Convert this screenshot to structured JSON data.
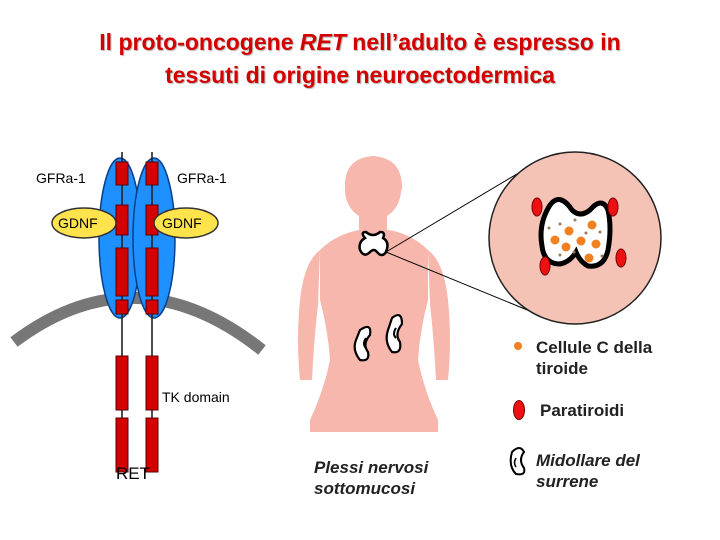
{
  "title": {
    "line1_prefix": "Il proto-oncogene ",
    "line1_italic": "RET",
    "line1_suffix": " nell’adulto è espresso in",
    "line2": "tessuti di origine neuroectodermica"
  },
  "receptor": {
    "coreceptor_left": "GFRa-1",
    "coreceptor_right": "GFRa-1",
    "ligand_left": "GDNF",
    "ligand_right": "GDNF",
    "kinase_label": "TK domain",
    "name": "RET"
  },
  "body": {
    "plexus_label_line1": "Plessi nervosi",
    "plexus_label_line2": "sottomucosi"
  },
  "legend": {
    "c_cells_line1": "Cellule C della",
    "c_cells_line2": "tiroide",
    "parathyroid": "Paratiroidi",
    "adrenal_line1": "Midollare del",
    "adrenal_line2": "surrene"
  },
  "colors": {
    "title": "#d40000",
    "receptor_blue": "#1e90ff",
    "ret_red": "#d40000",
    "ligand_yellow": "#ffe34d",
    "skin": "#f7b7ad",
    "zoom_circle": "#f4c3b5",
    "c_cell_orange": "#f08020"
  }
}
